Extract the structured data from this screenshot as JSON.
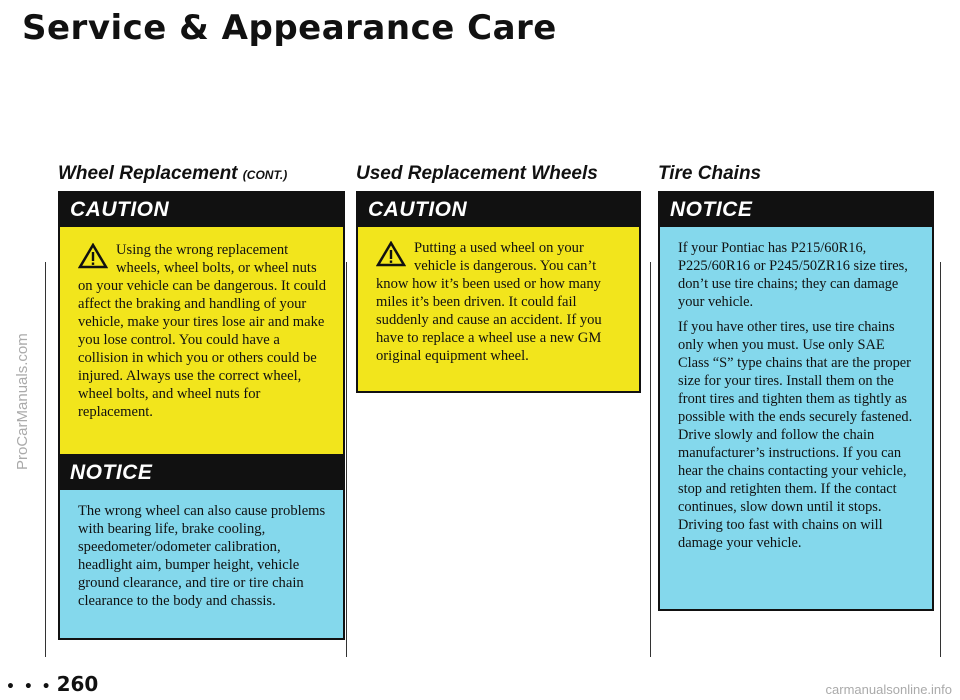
{
  "header": {
    "title": "Service & Appearance Care"
  },
  "watermark": {
    "side": "ProCarManuals.com",
    "footer": "carmanualsonline.info"
  },
  "columns": {
    "left": {
      "heading": "Wheel Replacement",
      "heading_suffix": "(CONT.)",
      "caution": {
        "label": "CAUTION",
        "text": "Using the wrong replacement wheels, wheel bolts, or wheel nuts on your vehicle can be dangerous. It could affect the braking and handling of your vehicle, make your tires lose air and make you lose control. You could have a collision in which you or others could be injured. Always use the correct wheel, wheel bolts, and wheel nuts for replacement."
      },
      "notice": {
        "label": "NOTICE",
        "text": "The wrong wheel can also cause problems with bearing life, brake cooling, speedometer/odometer calibration, headlight aim, bumper height, vehicle ground clearance, and tire or tire chain clearance to the body and chassis."
      }
    },
    "middle": {
      "heading": "Used Replacement Wheels",
      "caution": {
        "label": "CAUTION",
        "text": "Putting a used wheel on your vehicle is dangerous. You can’t know how it’s been used or how many miles it’s been driven. It could fail suddenly and cause an accident. If you have to replace a wheel use a new GM original equipment wheel."
      }
    },
    "right": {
      "heading": "Tire Chains",
      "notice": {
        "label": "NOTICE",
        "paragraph1": "If your Pontiac has P215/60R16, P225/60R16 or P245/50ZR16 size tires, don’t use tire chains; they can damage your vehicle.",
        "paragraph2": "If you have other tires, use tire chains only when you must. Use only SAE Class “S” type chains that are the proper size for your tires. Install them on the front tires and tighten them as tightly as possible with the ends securely fastened. Drive slowly and follow the chain manufacturer’s instructions. If you can hear the chains contacting your vehicle, stop and retighten them. If the contact continues, slow down until it stops. Driving too fast with chains on will damage your vehicle."
      }
    }
  },
  "footer": {
    "dots": "• • •",
    "page_number": "260"
  },
  "colors": {
    "caution_bg": "#f2e51c",
    "notice_bg": "#84d8ec",
    "bar": "#111111"
  },
  "icons": {
    "warning": "warning-triangle-icon"
  }
}
